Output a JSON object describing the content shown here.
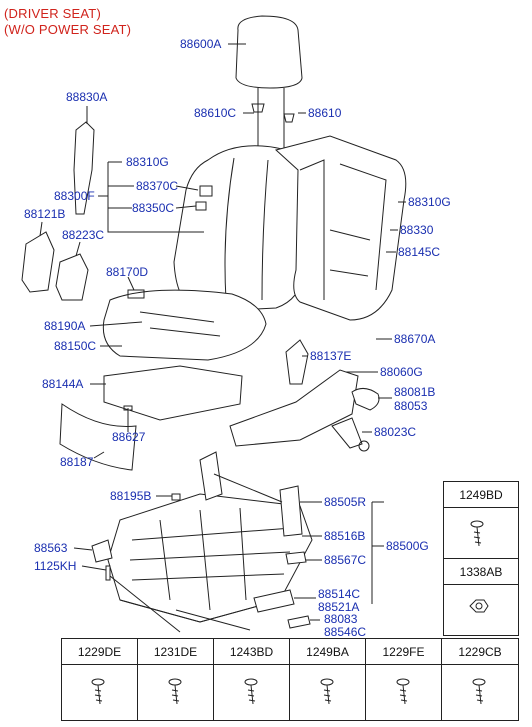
{
  "header": {
    "line1": "(DRIVER SEAT)",
    "line2": "(W/O POWER SEAT)"
  },
  "parts": {
    "p88600A": "88600A",
    "p88830A": "88830A",
    "p88610C": "88610C",
    "p88610": "88610",
    "p88310G_left": "88310G",
    "p88300F": "88300F",
    "p88370C": "88370C",
    "p88350C": "88350C",
    "p88121B": "88121B",
    "p88223C": "88223C",
    "p88310G_right": "88310G",
    "p88330": "88330",
    "p88145C": "88145C",
    "p88170D": "88170D",
    "p88190A": "88190A",
    "p88150C": "88150C",
    "p88670A": "88670A",
    "p88137E": "88137E",
    "p88144A": "88144A",
    "p88060G": "88060G",
    "p88081B": "88081B",
    "p88053": "88053",
    "p88627": "88627",
    "p88023C": "88023C",
    "p88187": "88187",
    "p88195B": "88195B",
    "p88505R": "88505R",
    "p88516B": "88516B",
    "p88500G": "88500G",
    "p88563": "88563",
    "p1125KH": "1125KH",
    "p88567C": "88567C",
    "p88514C": "88514C",
    "p88521A": "88521A",
    "p88083": "88083",
    "p88546C": "88546C"
  },
  "fastener_table": {
    "right_column": [
      "1249BD",
      "1338AB"
    ],
    "bottom_row": [
      "1229DE",
      "1231DE",
      "1243BD",
      "1249BA",
      "1229FE",
      "1229CB"
    ]
  },
  "colors": {
    "header": "#d0231c",
    "part_label": "#1a2fb0",
    "line": "#222222"
  }
}
